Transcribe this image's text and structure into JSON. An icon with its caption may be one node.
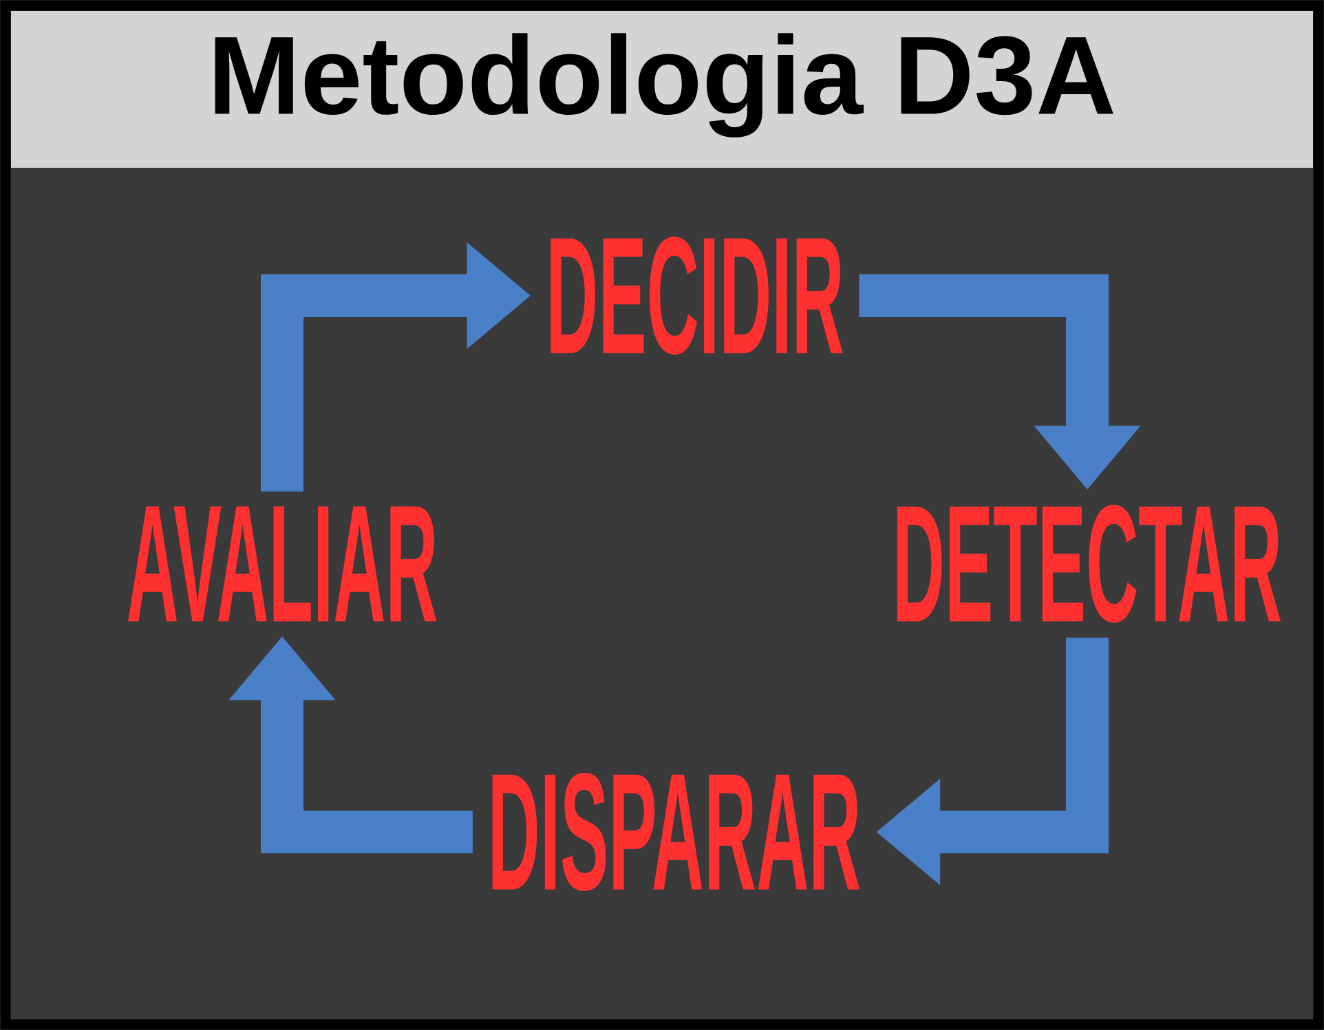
{
  "diagram": {
    "title": "Metodologia D3A",
    "nodes": [
      {
        "text": [
          "DECIDIR"
        ]
      },
      {
        "text": [
          "DETECTAR"
        ]
      },
      {
        "text": [
          "DISPARAR"
        ]
      },
      {
        "text": [
          "AVALIAR"
        ]
      }
    ],
    "edges": [
      {
        "from": 3,
        "to": 0,
        "arrow": "to"
      },
      {
        "from": 0,
        "to": 1,
        "arrow": "to"
      },
      {
        "from": 1,
        "to": 2,
        "arrow": "to"
      },
      {
        "from": 2,
        "to": 3,
        "arrow": "to"
      }
    ]
  }
}
